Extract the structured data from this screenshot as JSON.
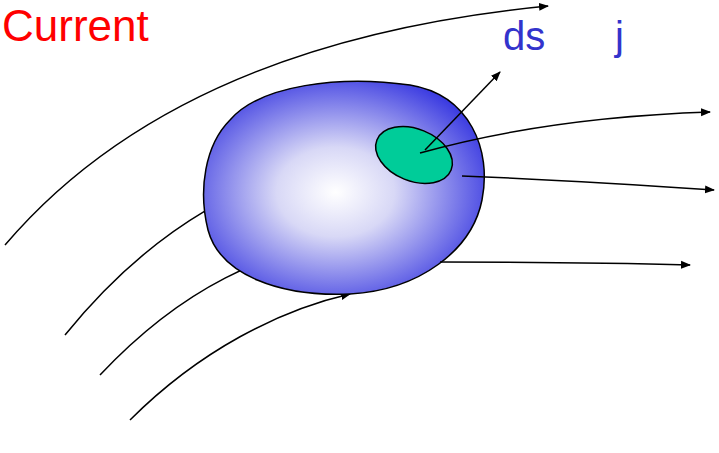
{
  "diagram": {
    "title": "Current",
    "labels": [
      "ds",
      "j"
    ]
  }
}
